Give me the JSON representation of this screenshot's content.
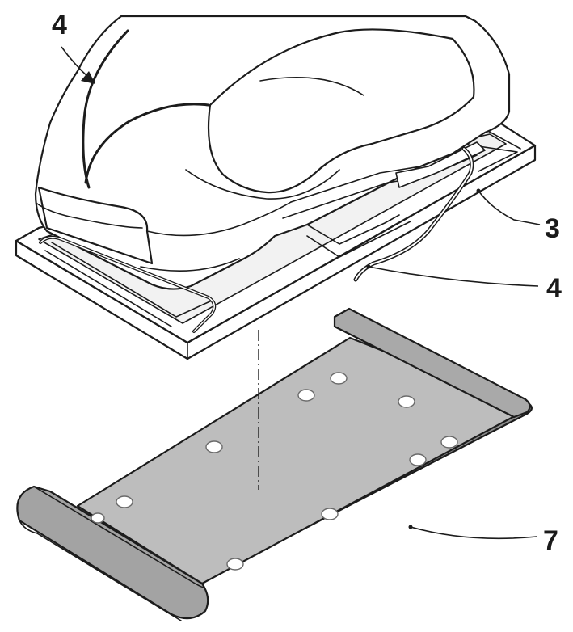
{
  "callouts": {
    "machine_body": "4",
    "base_plate": "3",
    "clamp_lever": "4",
    "sanding_sheet": "7"
  }
}
